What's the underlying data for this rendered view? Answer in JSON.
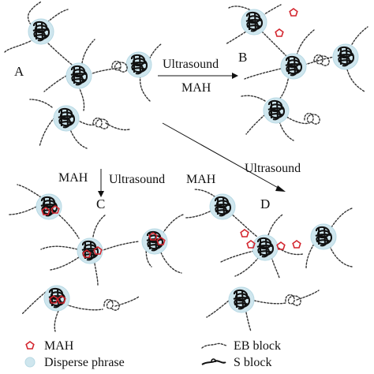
{
  "panels": {
    "a": {
      "label": "A"
    },
    "b": {
      "label": "B"
    },
    "c": {
      "label": "C"
    },
    "d": {
      "label": "D"
    }
  },
  "arrows": {
    "a_to_b": {
      "top_label": "Ultrasound",
      "bottom_label": "MAH"
    },
    "a_to_c": {
      "left_label": "MAH",
      "right_label": "Ultrasound"
    },
    "a_to_d": {
      "label": "Ultrasound"
    }
  },
  "legend": {
    "mah": "MAH",
    "disperse": "Disperse phrase",
    "eb_block": "EB block",
    "s_block": "S block"
  },
  "colors": {
    "mah": "#d3242d",
    "disperse_phase": "#cfe6ee",
    "block": "#111111"
  }
}
